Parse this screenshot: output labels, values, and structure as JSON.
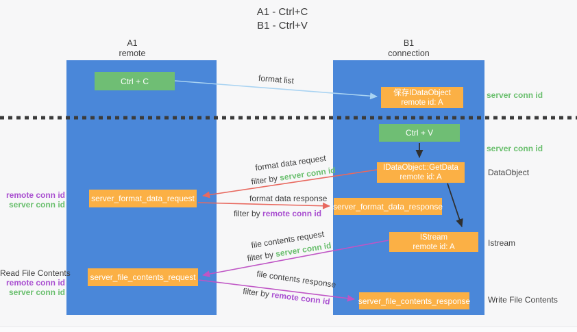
{
  "title": {
    "line1": "A1 - Ctrl+C",
    "line2": "B1 - Ctrl+V"
  },
  "lifelines": {
    "left": {
      "name": "A1",
      "role": "remote"
    },
    "right": {
      "name": "B1",
      "role": "connection"
    }
  },
  "nodes": {
    "ctrl_c": {
      "label": "Ctrl + C"
    },
    "ctrl_v": {
      "label": "Ctrl + V"
    },
    "save_dataobject": {
      "line1": "保存IDataObject",
      "line2": "remote id: A"
    },
    "getdata": {
      "line1": "IDataObject::GetData",
      "line2": "remote id: A"
    },
    "istream": {
      "line1": "IStream",
      "line2": "remote id: A"
    },
    "format_request": {
      "label": "server_format_data_request"
    },
    "format_response": {
      "label": "server_format_data_response"
    },
    "file_request": {
      "label": "server_file_contents_request"
    },
    "file_response": {
      "label": "server_file_contents_response"
    }
  },
  "arrow_labels": {
    "format_list": "format list",
    "format_data_request": "format data request",
    "format_data_response": "format data response",
    "file_contents_request": "file contents request",
    "file_contents_response": "file contents response",
    "filter_by": "filter by",
    "server_conn_id": "server conn id",
    "remote_conn_id": "remote conn id"
  },
  "side_labels": {
    "server_conn_id_top": "server conn id",
    "server_conn_id_mid": "server conn id",
    "dataobject": "DataObject",
    "istream": "Istream",
    "write_file_contents": "Write File Contents",
    "read_file_contents": "Read File Contents",
    "remote_conn_id_format": "remote conn id",
    "server_conn_id_format": "server conn id",
    "remote_conn_id_file": "remote conn id",
    "server_conn_id_file": "server conn id"
  },
  "colors": {
    "lifeline_blue": "#4a87d9",
    "box_green": "#6fbe74",
    "box_orange": "#fbb045",
    "arrow_red": "#e8695f",
    "arrow_magenta": "#bf55c5",
    "arrow_lightblue": "#a9d3f2",
    "arrow_black": "#2f2f2f",
    "text_green": "#6abf6e",
    "text_purple": "#a94fd0",
    "text_dark": "#3f3f3f",
    "background": "#f7f7f8"
  }
}
